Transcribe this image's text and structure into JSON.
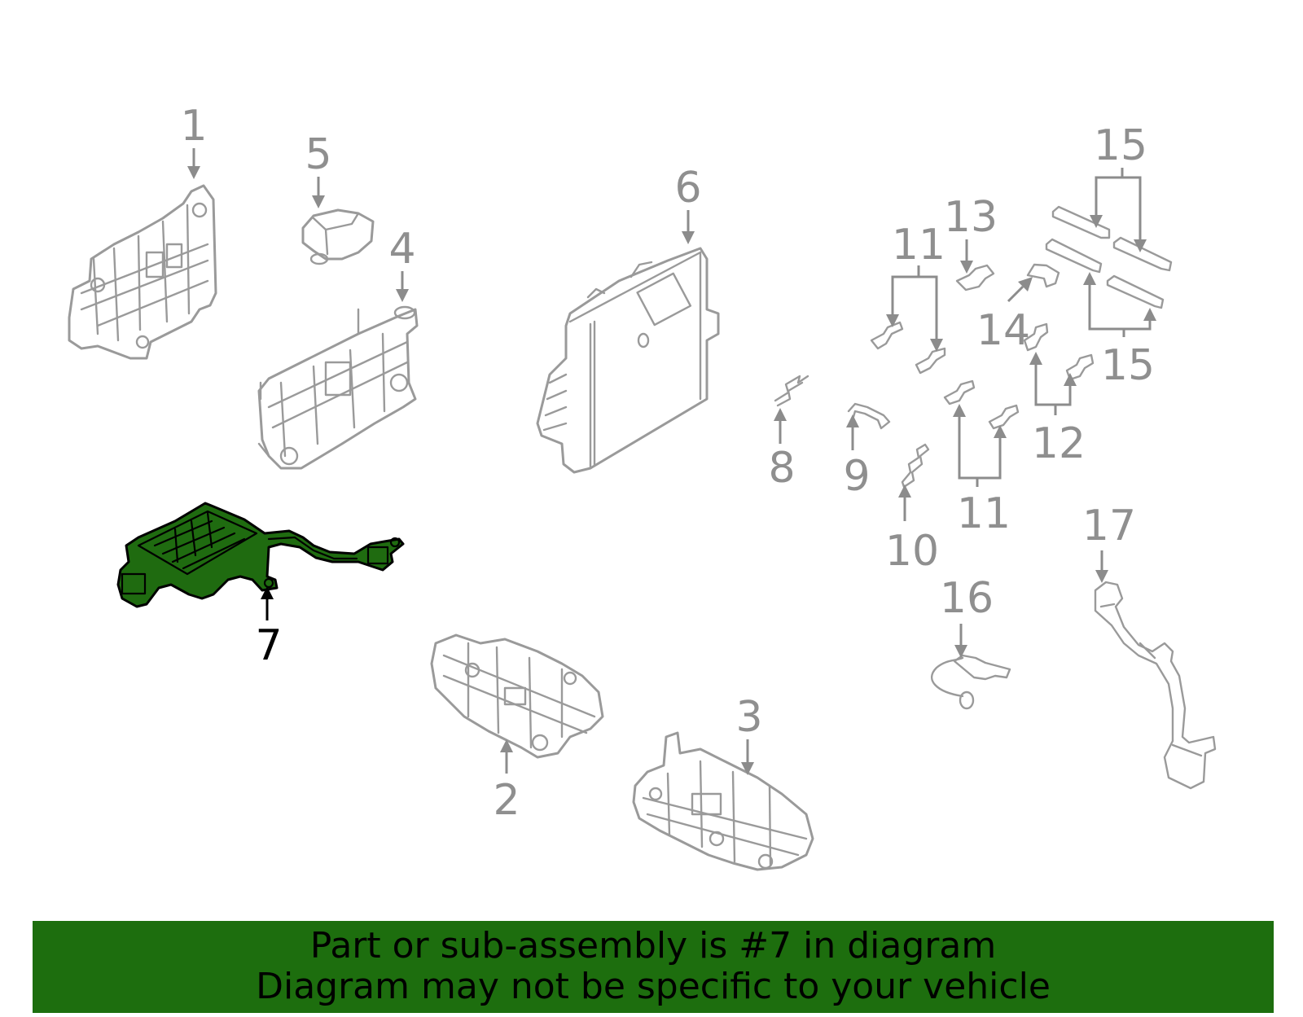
{
  "callouts": {
    "c1": "1",
    "c2": "2",
    "c3": "3",
    "c4": "4",
    "c5": "5",
    "c6": "6",
    "c7": "7",
    "c8": "8",
    "c9": "9",
    "c10": "10",
    "c11a": "11",
    "c11b": "11",
    "c12": "12",
    "c13": "13",
    "c14": "14",
    "c15a": "15",
    "c15b": "15",
    "c16": "16",
    "c17": "17"
  },
  "highlight": {
    "part_number": "7",
    "fill_color": "#1f6b10"
  },
  "colors": {
    "part_outline": "#9a9a9a",
    "callout_text": "#8f8f8f",
    "banner_background": "#1d6e0e"
  },
  "banner": {
    "line1": "Part or sub-assembly is #7 in diagram",
    "line2": "Diagram may not be specific to your vehicle"
  }
}
